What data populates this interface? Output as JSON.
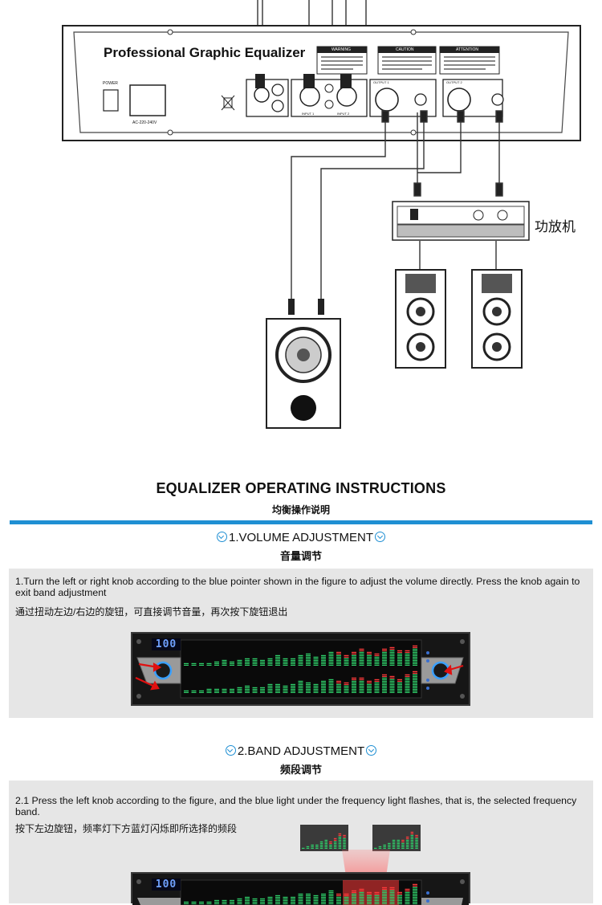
{
  "diagram": {
    "panel_title": "Professional Graphic Equalizer",
    "power_label": "POWER",
    "voltage_label": "AC-220-240V",
    "warning_label": "WARNING",
    "caution_label": "CAUTION",
    "attention_label": "ATTENTION",
    "input1_label": "INPUT 1",
    "input2_label": "INPUT 2",
    "output1_label": "OUTPUT 1",
    "output2_label": "OUTPUT 2",
    "amplifier_label": "功放机"
  },
  "instructions": {
    "title": "EQUALIZER OPERATING INSTRUCTIONS",
    "subtitle": "均衡操作说明"
  },
  "section1": {
    "title": "1.VOLUME ADJUSTMENT",
    "subtitle": "音量调节",
    "text_en": "1.Turn the left or right knob according to the blue pointer shown in the figure to adjust the volume directly. Press the knob again to exit band adjustment",
    "text_cn": "通过扭动左边/右边的旋钮，可直接调节音量，再次按下旋钮退出",
    "display_value": "100"
  },
  "section2": {
    "title": "2.BAND ADJUSTMENT",
    "subtitle": "频段调节",
    "text_en": "2.1 Press the left knob according to the figure, and the blue light under the frequency light flashes, that is, the selected frequency band.",
    "text_cn": "按下左边旋钮，频率灯下方蓝灯闪烁即所选择的频段",
    "display_value": "100"
  },
  "colors": {
    "accent_blue": "#1f8fd3",
    "meter_green": "#2fcf6a",
    "meter_red": "#ff3b3b",
    "arrow_red": "#e01010"
  }
}
